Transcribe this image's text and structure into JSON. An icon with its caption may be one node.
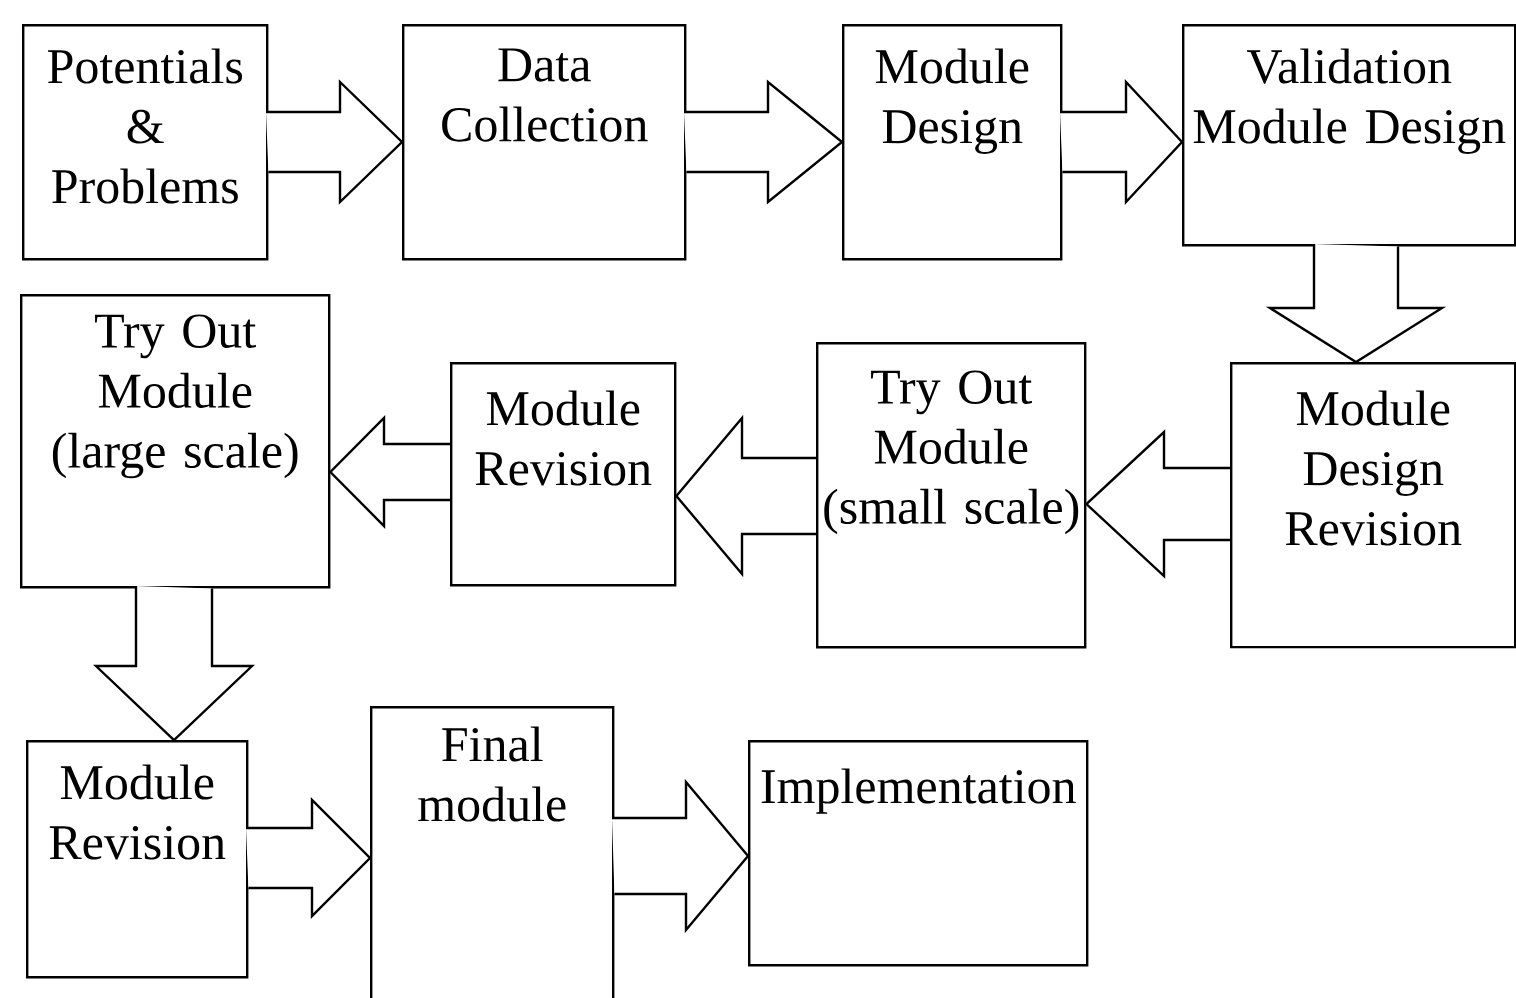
{
  "diagram": {
    "nodes": [
      {
        "text": [
          "Potentials & Problems"
        ]
      },
      {
        "text": [
          "Data Collection"
        ]
      },
      {
        "text": [
          "Module Design"
        ]
      },
      {
        "text": [
          "Validation Module Design"
        ]
      },
      {
        "text": [
          "Module Design Revision"
        ]
      },
      {
        "text": [
          "Try Out Module (small scale)"
        ]
      },
      {
        "text": [
          "Module Revision"
        ]
      },
      {
        "text": [
          "Try Out Module (large scale)"
        ]
      },
      {
        "text": [
          "Module Revision"
        ]
      },
      {
        "text": [
          "Final module"
        ]
      },
      {
        "text": [
          "Implementation"
        ]
      }
    ],
    "edges": [
      {
        "from": 0,
        "to": 1,
        "arrow": "to"
      },
      {
        "from": 1,
        "to": 2,
        "arrow": "to"
      },
      {
        "from": 2,
        "to": 3,
        "arrow": "to"
      },
      {
        "from": 3,
        "to": 4,
        "arrow": "to"
      },
      {
        "from": 4,
        "to": 5,
        "arrow": "to"
      },
      {
        "from": 5,
        "to": 6,
        "arrow": "to"
      },
      {
        "from": 6,
        "to": 7,
        "arrow": "to"
      },
      {
        "from": 7,
        "to": 8,
        "arrow": "to"
      },
      {
        "from": 8,
        "to": 9,
        "arrow": "to"
      },
      {
        "from": 9,
        "to": 10,
        "arrow": "to"
      }
    ]
  }
}
